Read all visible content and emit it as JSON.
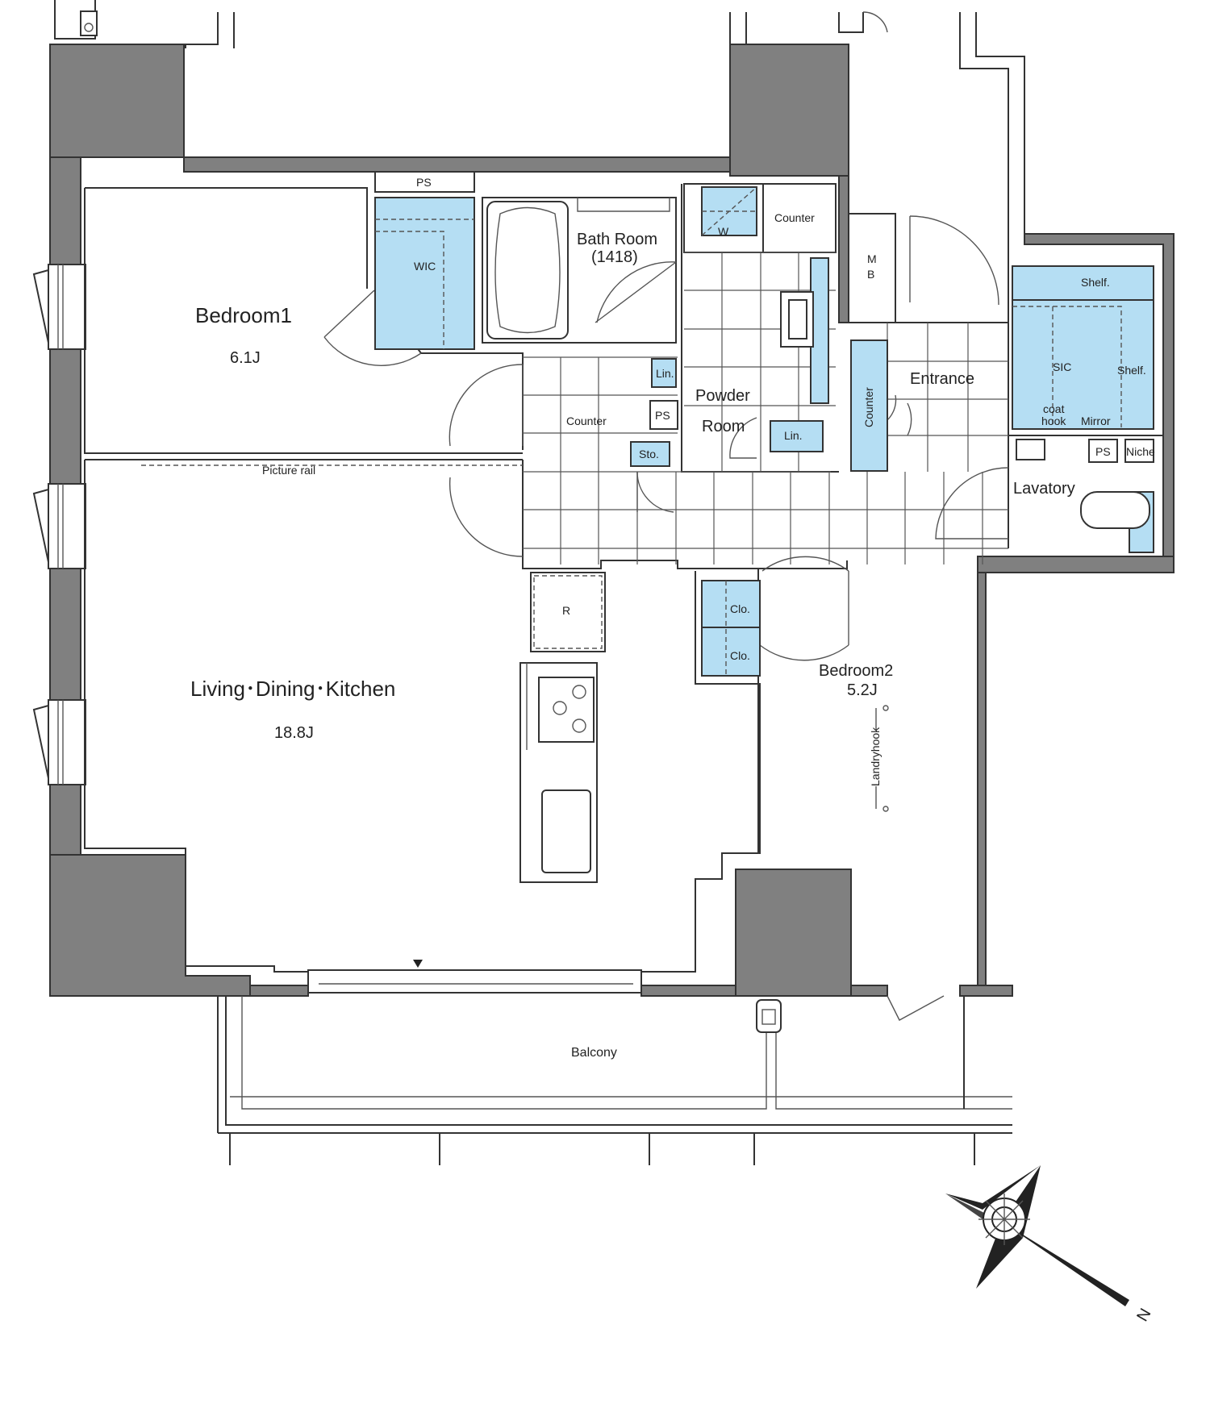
{
  "rooms": {
    "bedroom1": {
      "name": "Bedroom1",
      "size": "6.1J"
    },
    "bedroom2": {
      "name": "Bedroom2",
      "size": "5.2J"
    },
    "ldk": {
      "name": "Living･Dining･Kitchen",
      "size": "18.8J"
    },
    "bath": {
      "name": "Bath Room",
      "size": "(1418)"
    },
    "powder": {
      "line1": "Powder",
      "line2": "Room"
    },
    "entrance": "Entrance",
    "lavatory": "Lavatory",
    "balcony": "Balcony"
  },
  "fixtures": {
    "ps": "PS",
    "wic": "WIC",
    "w": "W",
    "counter": "Counter",
    "mb_m": "M",
    "mb_b": "B",
    "lin": "Lin.",
    "sto": "Sto.",
    "r": "R",
    "clo": "Clo.",
    "sic": "SIC",
    "shelf": "Shelf.",
    "coat": "coat",
    "hook": "hook",
    "mirror": "Mirror",
    "niche": "Niche",
    "picture_rail": "Picture rail",
    "laundry_hook": "Landryhook"
  },
  "compass": {
    "north_label": "N"
  }
}
